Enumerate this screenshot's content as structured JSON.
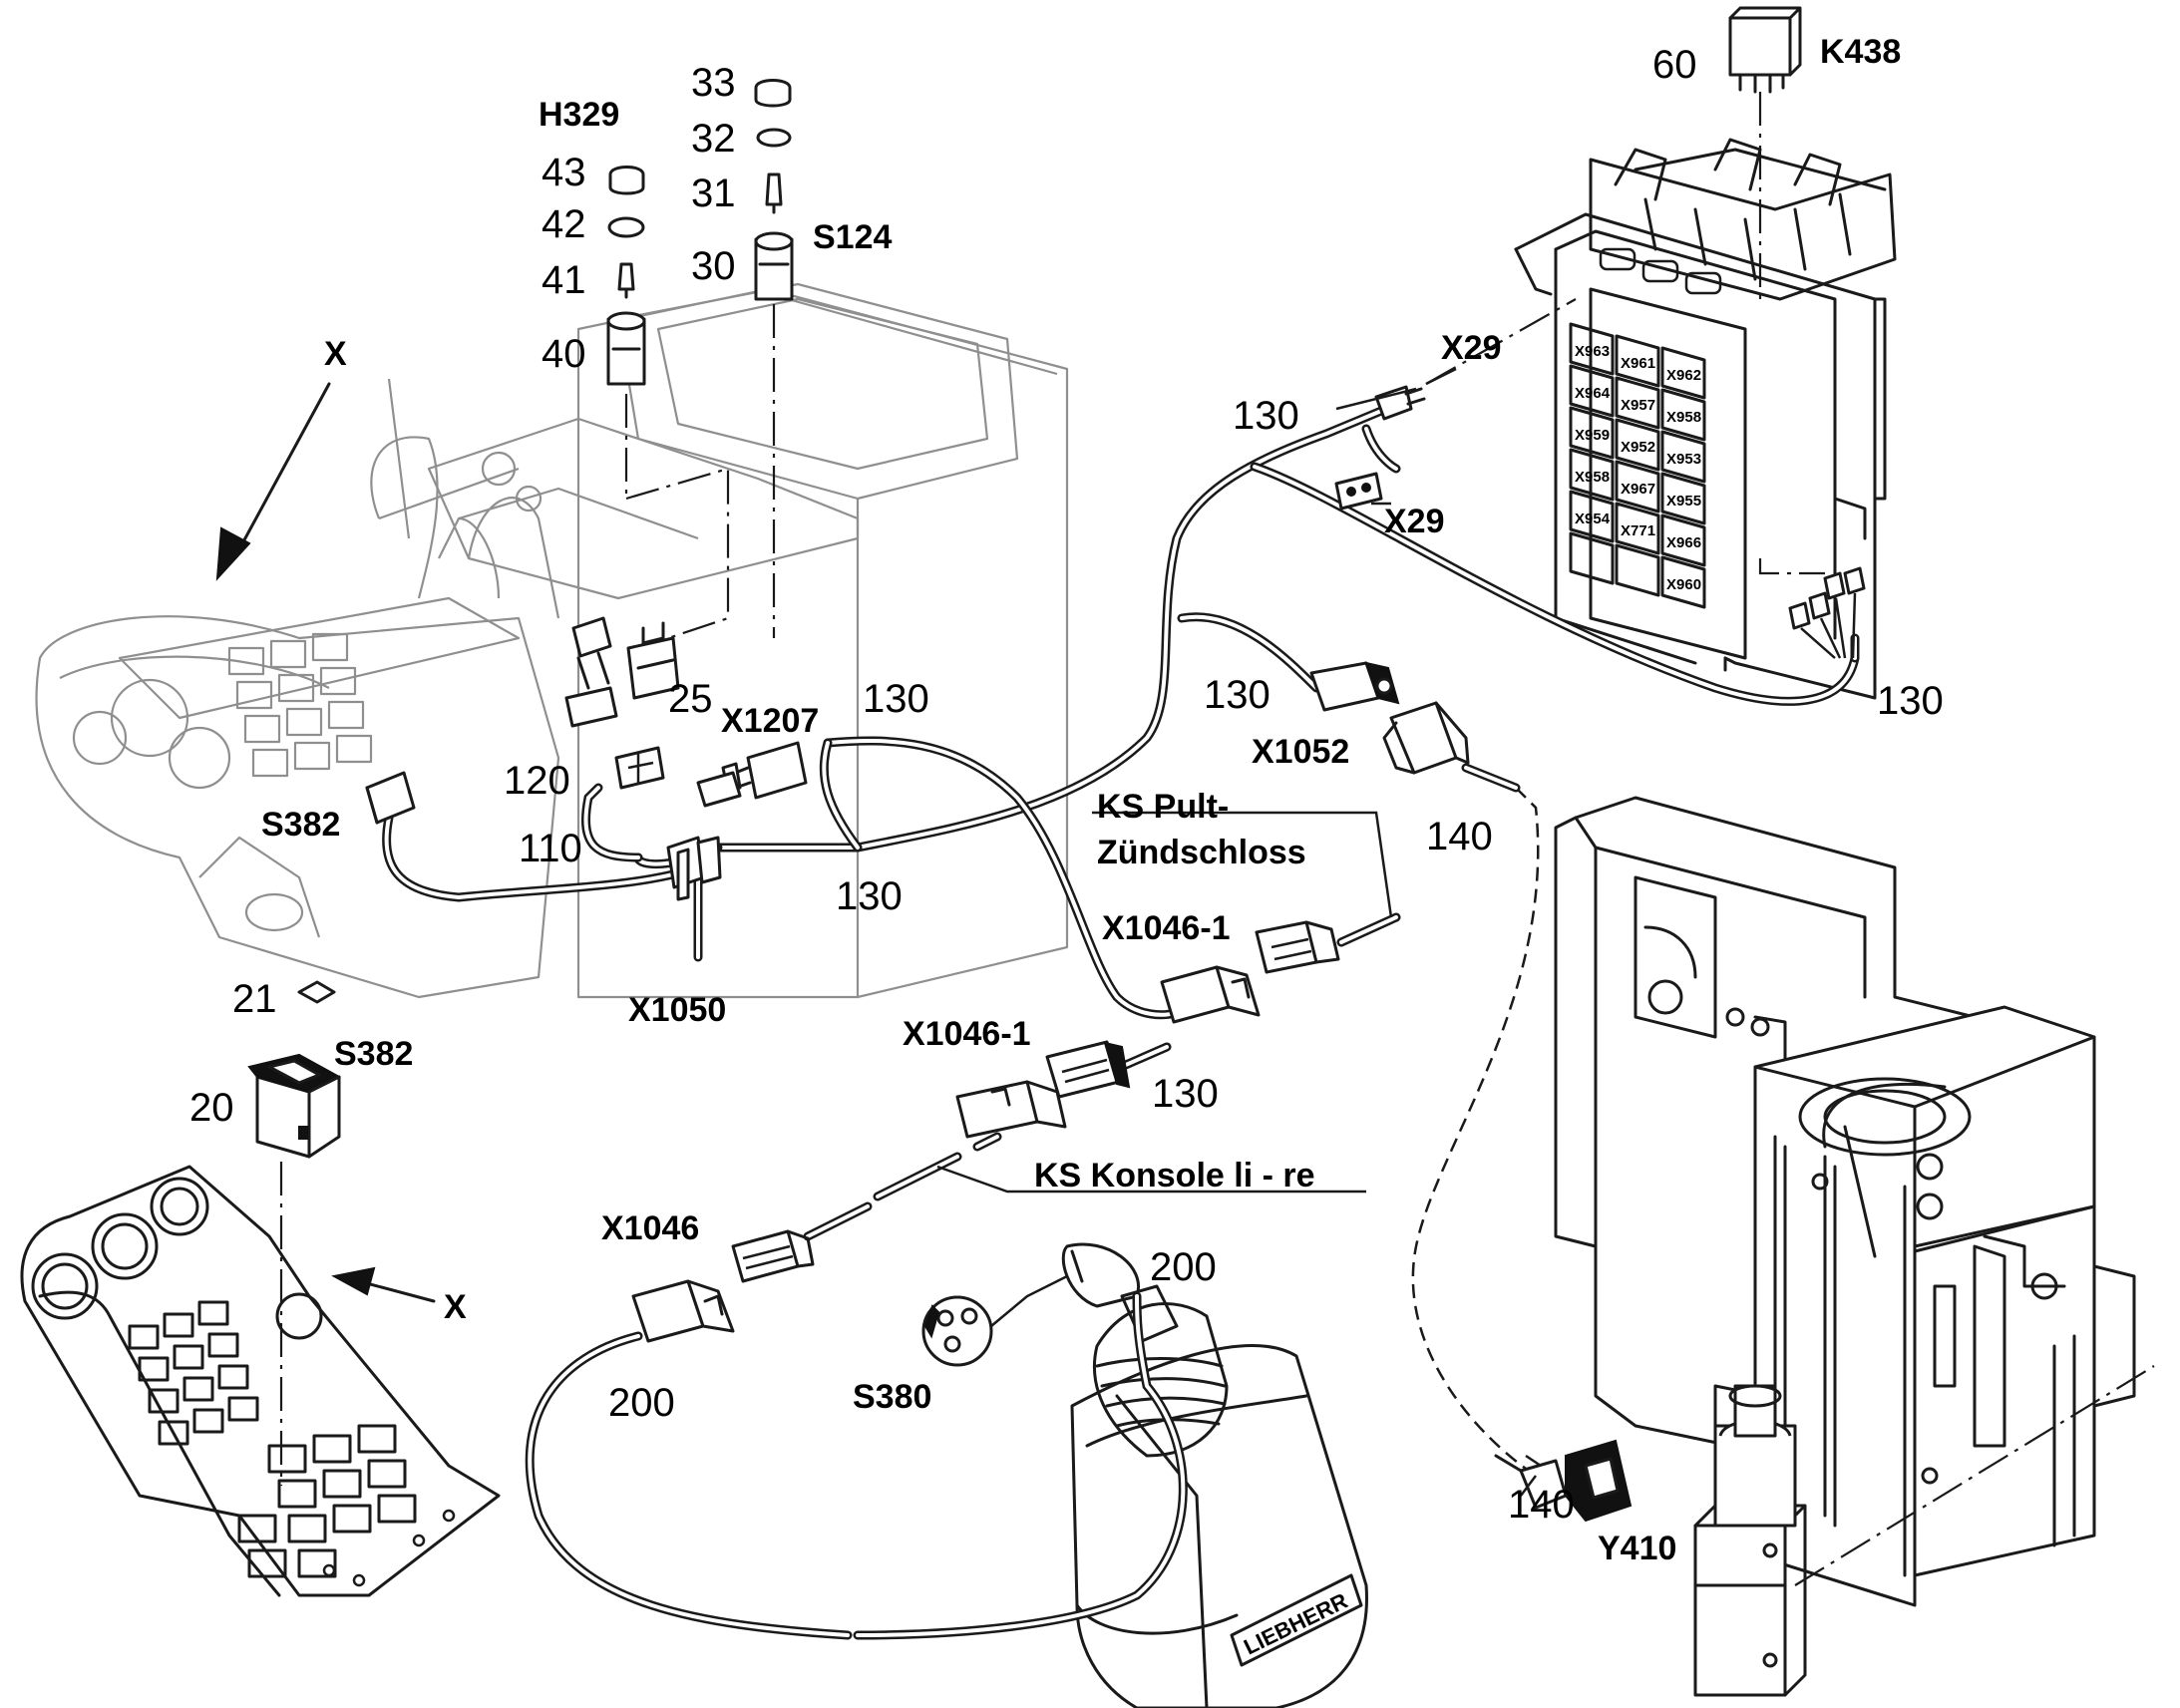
{
  "labels": {
    "h329": "H329",
    "n43": "43",
    "n42": "42",
    "n41": "41",
    "n40": "40",
    "n33": "33",
    "n32": "32",
    "n31": "31",
    "n30": "30",
    "s124": "S124",
    "x_top": "X",
    "x_side": "X",
    "n60": "60",
    "k438": "K438",
    "x29_a": "X29",
    "x29_b": "X29",
    "n130_a": "130",
    "n130_b": "130",
    "n130_c": "130",
    "n130_d": "130",
    "n130_e": "130",
    "n130_f": "130",
    "n25": "25",
    "x1207": "X1207",
    "n120": "120",
    "s382_a": "S382",
    "n110": "110",
    "x1050": "X1050",
    "x1052": "X1052",
    "n140_a": "140",
    "n140_b": "140",
    "ks_pult_1": "KS Pult-",
    "ks_pult_2": "Zündschloss",
    "x1046_1_a": "X1046-1",
    "x1046_1_b": "X1046-1",
    "n21": "21",
    "s382_b": "S382",
    "n20": "20",
    "ks_konsole": "KS Konsole li - re",
    "x1046": "X1046",
    "n200_a": "200",
    "n200_b": "200",
    "s380": "S380",
    "y410": "Y410"
  },
  "relay_grid": [
    "X963",
    "X961",
    "X962",
    "X964",
    "X957",
    "X958",
    "X959",
    "X952",
    "X953",
    "X958",
    "X967",
    "X955",
    "X954",
    "X771",
    "X966",
    "",
    "",
    "X960"
  ],
  "brand": "LIEBHERR",
  "colors": {
    "ink": "#1a1a1a",
    "ghost": "#8f8f8f",
    "paper": "#ffffff"
  }
}
